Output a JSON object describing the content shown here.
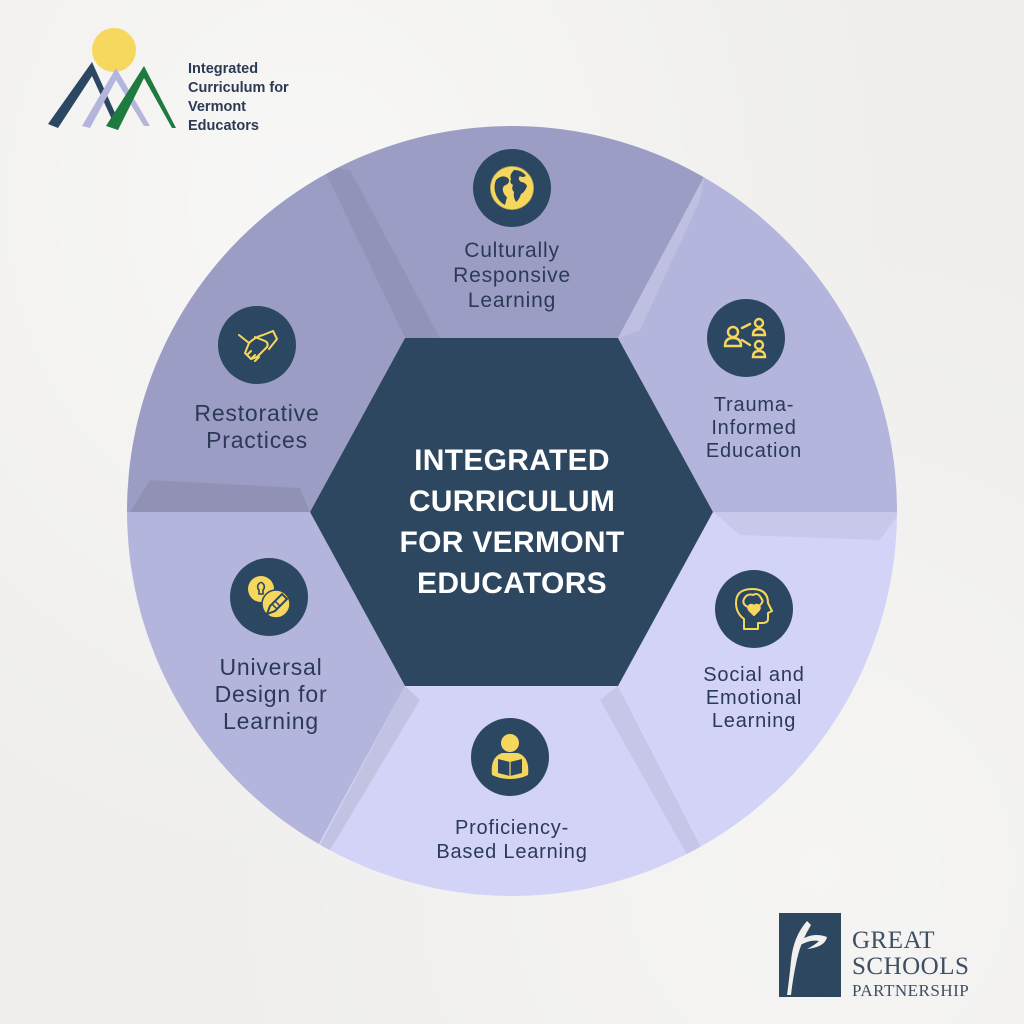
{
  "header_logo": {
    "lines": [
      "Integrated",
      "Curriculum for",
      "Vermont",
      "Educators"
    ],
    "sun_color": "#f7d85f",
    "mountain_colors": [
      "#2c4761",
      "#b3b5dc",
      "#1e7a3e"
    ]
  },
  "center": {
    "title_lines": [
      "INTEGRATED",
      "CURRICULUM",
      "FOR VERMONT",
      "EDUCATORS"
    ],
    "color": "#2e4760"
  },
  "segments": [
    {
      "id": "culturally-responsive",
      "position": "top",
      "icon": "globe-icon",
      "lines": [
        "Culturally",
        "Responsive",
        "Learning"
      ],
      "color": "#9c9dc4"
    },
    {
      "id": "trauma-informed",
      "position": "upper-right",
      "icon": "people-network-icon",
      "lines": [
        "Trauma-",
        "Informed",
        "Education"
      ],
      "color": "#b4b5dc"
    },
    {
      "id": "social-emotional",
      "position": "lower-right",
      "icon": "head-heart-icon",
      "lines": [
        "Social and",
        "Emotional",
        "Learning"
      ],
      "color": "#d3d3f7"
    },
    {
      "id": "proficiency-based",
      "position": "bottom",
      "icon": "reader-icon",
      "lines": [
        "Proficiency-",
        "Based Learning"
      ],
      "color": "#d3d3f7"
    },
    {
      "id": "universal-design",
      "position": "lower-left",
      "icon": "lightbulb-pencil-icon",
      "lines": [
        "Universal",
        "Design for",
        "Learning"
      ],
      "color": "#b4b5dc"
    },
    {
      "id": "restorative-practices",
      "position": "upper-left",
      "icon": "handshake-icon",
      "lines": [
        "Restorative",
        "Practices"
      ],
      "color": "#9c9dc4"
    }
  ],
  "footer_logo": {
    "lines": [
      "GREAT",
      "SCHOOLS",
      "PARTNERSHIP"
    ],
    "mark_color": "#2e4760"
  },
  "colors": {
    "icon_bg": "#2c4761",
    "icon_fg": "#f5d75e",
    "label_text": "#2b3a55",
    "background": "#efeeec"
  }
}
